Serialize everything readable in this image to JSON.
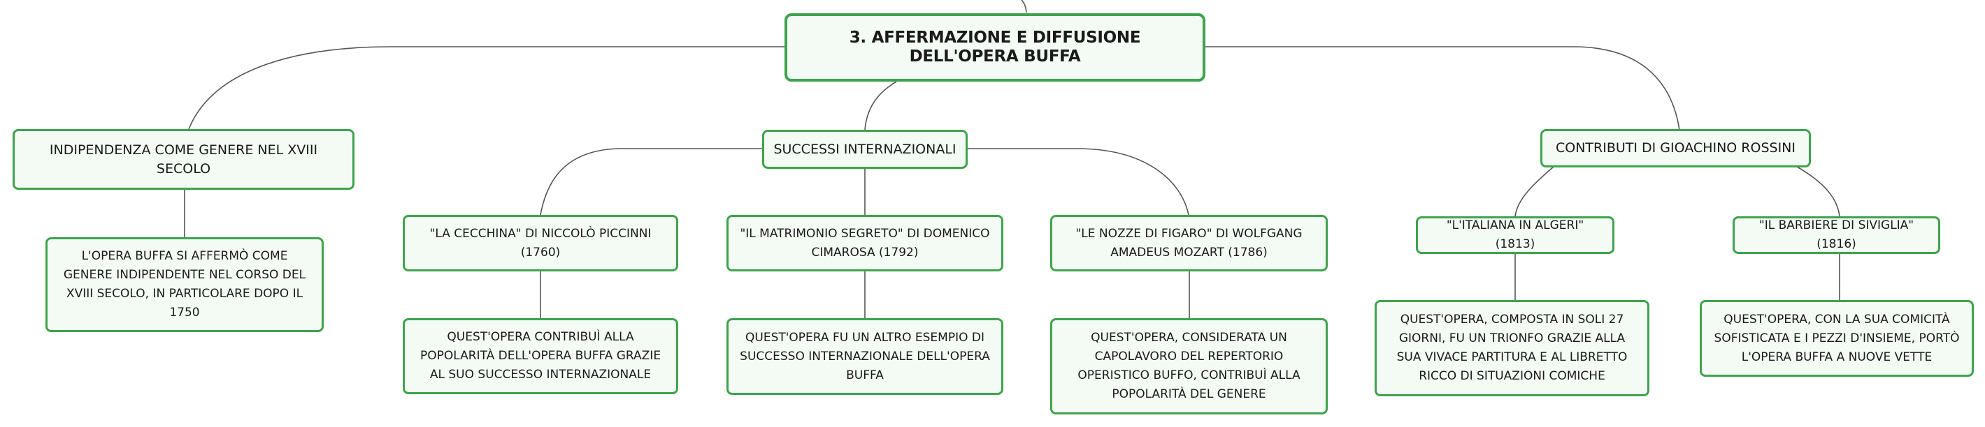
{
  "root": {
    "title": "3. AFFERMAZIONE E DIFFUSIONE DELL'OPERA BUFFA"
  },
  "branches": [
    {
      "label": "INDIPENDENZA COME GENERE NEL XVIII SECOLO",
      "children": [
        {
          "label": "L'OPERA BUFFA SI AFFERMÒ COME GENERE INDIPENDENTE NEL CORSO DEL XVIII SECOLO, IN PARTICOLARE DOPO IL 1750"
        }
      ]
    },
    {
      "label": "SUCCESSI INTERNAZIONALI",
      "children": [
        {
          "label": "\"LA CECCHINA\" DI NICCOLÒ PICCINNI (1760)",
          "detail": "QUEST'OPERA CONTRIBUÌ ALLA POPOLARITÀ DELL'OPERA BUFFA GRAZIE AL SUO SUCCESSO INTERNAZIONALE"
        },
        {
          "label": "\"IL MATRIMONIO SEGRETO\" DI DOMENICO CIMAROSA (1792)",
          "detail": "QUEST'OPERA FU UN ALTRO ESEMPIO DI SUCCESSO INTERNAZIONALE DELL'OPERA BUFFA"
        },
        {
          "label": "\"LE NOZZE DI FIGARO\" DI WOLFGANG AMADEUS MOZART (1786)",
          "detail": "QUEST'OPERA, CONSIDERATA UN CAPOLAVORO DEL REPERTORIO OPERISTICO BUFFO, CONTRIBUÌ ALLA POPOLARITÀ DEL GENERE"
        }
      ]
    },
    {
      "label": "CONTRIBUTI DI GIOACHINO ROSSINI",
      "children": [
        {
          "label": "\"L'ITALIANA IN ALGERI\" (1813)",
          "detail": "QUEST'OPERA, COMPOSTA IN SOLI 27 GIORNI, FU UN TRIONFO GRAZIE ALLA SUA VIVACE PARTITURA E AL LIBRETTO RICCO DI SITUAZIONI COMICHE"
        },
        {
          "label": "\"IL BARBIERE DI SIVIGLIA\" (1816)",
          "detail": "QUEST'OPERA, CON LA SUA COMICITÀ SOFISTICATA E I PEZZI D'INSIEME, PORTÒ L'OPERA BUFFA A NUOVE VETTE"
        }
      ]
    }
  ],
  "colors": {
    "node_border": "#3fa34d",
    "node_fill": "#f3fbf4",
    "connector": "#555555",
    "text": "#1a1a1a"
  }
}
